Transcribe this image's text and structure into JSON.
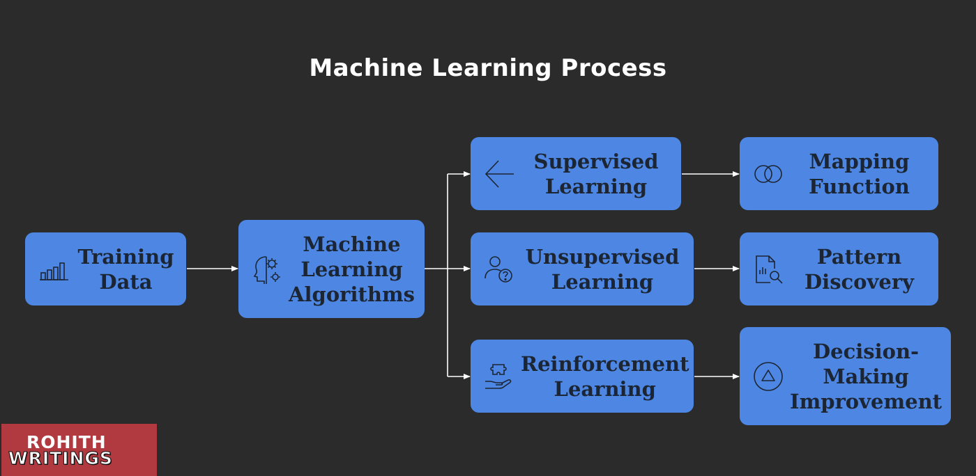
{
  "diagram": {
    "title": "Machine Learning Process",
    "nodes": {
      "training": {
        "label": "Training\nData",
        "icon": "bar-chart-icon"
      },
      "algorithms": {
        "label": "Machine\nLearning\nAlgorithms",
        "icon": "head-gears-icon"
      },
      "supervised": {
        "label": "Supervised\nLearning",
        "icon": "arrow-left-icon"
      },
      "unsupervised": {
        "label": "Unsupervised\nLearning",
        "icon": "person-question-icon"
      },
      "reinforcement": {
        "label": "Reinforcement\nLearning",
        "icon": "hand-puzzle-icon"
      },
      "mapping": {
        "label": "Mapping\nFunction",
        "icon": "overlapping-circles-icon"
      },
      "pattern": {
        "label": "Pattern\nDiscovery",
        "icon": "document-search-icon"
      },
      "decision": {
        "label": "Decision-\nMaking\nImprovement",
        "icon": "triangle-circle-icon"
      }
    },
    "edges": [
      {
        "from": "Training Data",
        "to": "Machine Learning Algorithms"
      },
      {
        "from": "Machine Learning Algorithms",
        "to": "Supervised Learning"
      },
      {
        "from": "Machine Learning Algorithms",
        "to": "Unsupervised Learning"
      },
      {
        "from": "Machine Learning Algorithms",
        "to": "Reinforcement Learning"
      },
      {
        "from": "Supervised Learning",
        "to": "Mapping Function"
      },
      {
        "from": "Unsupervised Learning",
        "to": "Pattern Discovery"
      },
      {
        "from": "Reinforcement Learning",
        "to": "Decision-Making Improvement"
      }
    ]
  },
  "brand": {
    "line1": "ROHITH",
    "line2": "WRITINGS"
  },
  "colors": {
    "background": "#2b2b2b",
    "node_fill": "#4d87e3",
    "node_text": "#1c2533",
    "connector": "#ffffff",
    "brand_fill": "#b03a3f"
  }
}
